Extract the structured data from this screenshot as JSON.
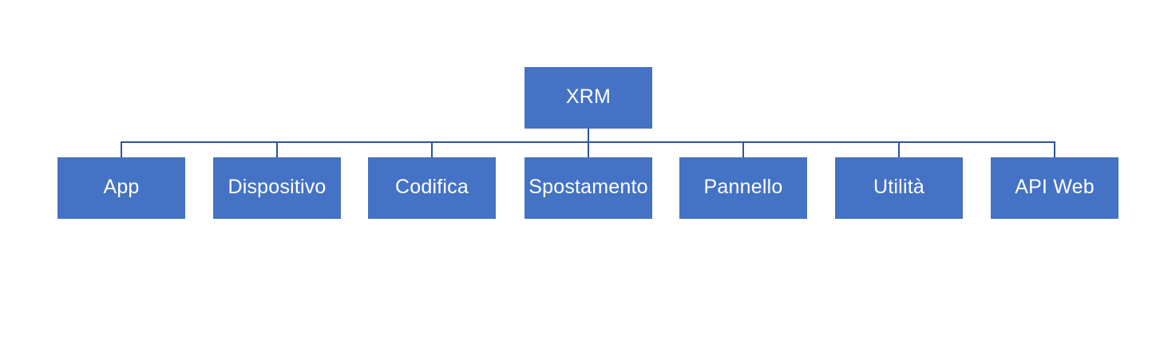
{
  "diagram": {
    "type": "org-chart",
    "root": {
      "label": "XRM"
    },
    "children": [
      {
        "label": "App"
      },
      {
        "label": "Dispositivo"
      },
      {
        "label": "Codifica"
      },
      {
        "label": "Spostamento"
      },
      {
        "label": "Pannello"
      },
      {
        "label": "Utilità"
      },
      {
        "label": "API Web"
      }
    ]
  },
  "colors": {
    "node_fill": "#4472C4",
    "connector": "#2F5597",
    "node_text": "#FFFFFF",
    "background": "#FFFFFF"
  }
}
